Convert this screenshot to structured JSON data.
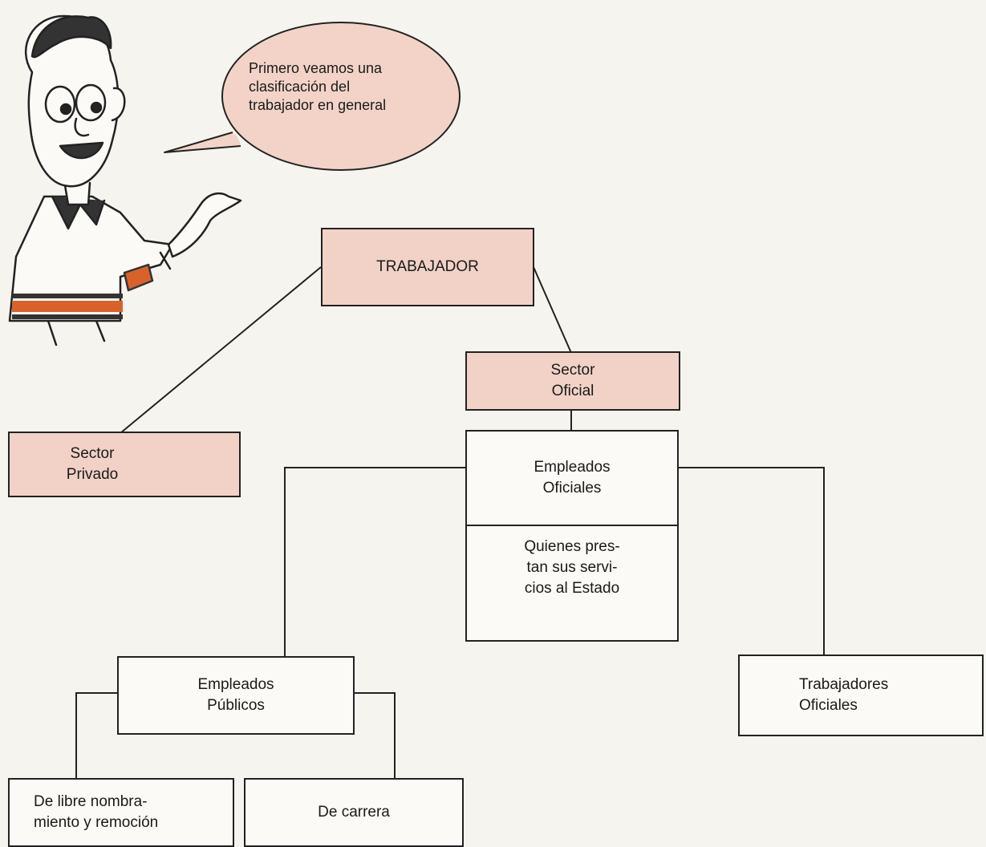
{
  "speech_bubble": {
    "text": "Primero veamos una\nclasificación del\ntrabajador en general"
  },
  "nodes": {
    "trabajador": "TRABAJADOR",
    "sector_oficial": "Sector\nOficial",
    "sector_privado": "Sector\nPrivado",
    "empleados_oficiales": "Empleados\nOficiales",
    "empleados_oficiales_desc": "Quienes pres-\ntan sus servi-\ncios al Estado",
    "empleados_publicos": "Empleados\nPúblicos",
    "trabajadores_oficiales": "Trabajadores\nOficiales",
    "libre_nombramiento": "De libre nombra-\nmiento y remoción",
    "de_carrera": "De carrera"
  },
  "colors": {
    "highlight_box": "#f2d2c6",
    "plain_box": "#fbfaf6",
    "line": "#222222",
    "shirt_stripe": "#d9622b"
  },
  "icons": [
    "cartoon-man-illustration",
    "speech-bubble"
  ]
}
